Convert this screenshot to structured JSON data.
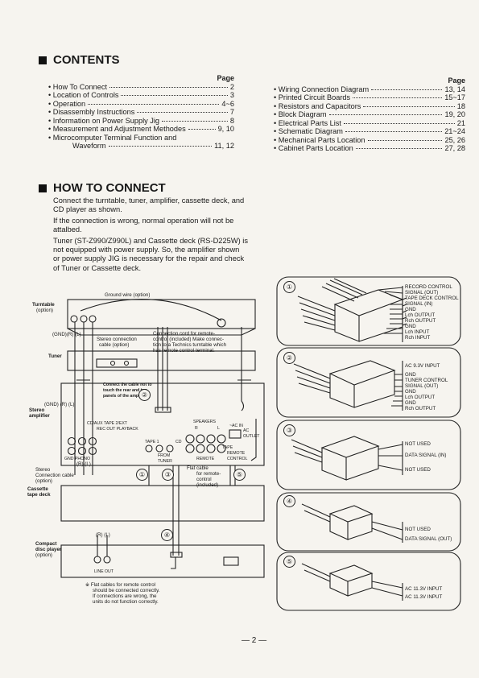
{
  "contents": {
    "title": "CONTENTS",
    "page_header": "Page",
    "left": [
      {
        "label": "• How To Connect",
        "page": "2"
      },
      {
        "label": "• Location of Controls",
        "page": "3"
      },
      {
        "label": "• Operation",
        "page": "4~6"
      },
      {
        "label": "• Disassembly Instructions",
        "page": "7"
      },
      {
        "label": "• Information on Power Supply Jig",
        "page": "8"
      },
      {
        "label": "• Measurement and Adjustment Methodes",
        "page": "9, 10"
      },
      {
        "label": "• Microcomputer Terminal Function and",
        "page": ""
      },
      {
        "label": "Waveform",
        "page": "11, 12"
      }
    ],
    "right": [
      {
        "label": "• Wiring Connection Diagram",
        "page": "13, 14"
      },
      {
        "label": "• Printed Circuit Boards",
        "page": "15~17"
      },
      {
        "label": "• Resistors and Capacitors",
        "page": "18"
      },
      {
        "label": "• Block Diagram",
        "page": "19, 20"
      },
      {
        "label": "• Electrical Parts List",
        "page": "21"
      },
      {
        "label": "• Schematic Diagram",
        "page": "21~24"
      },
      {
        "label": "• Mechanical Parts Location",
        "page": "25, 26"
      },
      {
        "label": "• Cabinet Parts Location",
        "page": "27, 28"
      }
    ]
  },
  "how_to_connect": {
    "title": "HOW TO CONNECT",
    "p1": "Connect the turntable, tuner, amplifier, cassette deck, and CD player as shown.",
    "p2": "If the connection is wrong, normal operation will not be attalbed.",
    "p3": "Tuner (ST-Z990/Z990L) and Cassette deck (RS-D225W) is not equipped with power supply. So, the amplifier shown or power supply JIG is necessary for the repair and check of Tuner or Cassette deck."
  },
  "diagram": {
    "ground_wire": "Ground wire (option)",
    "turntable": "Turntable",
    "turntable_opt": "(option)",
    "gnd_r_l_1": "(GND)(R) (L)",
    "stereo_conn_cable": "Stereo connection",
    "stereo_conn_cable2": "cable (option)",
    "conn_cord_1": "Connection cord for remote-",
    "conn_cord_2": "control (included) Make connec-",
    "conn_cord_3": "tion to a Technics turntable which",
    "conn_cord_4": "has remote control terminal.",
    "tuner": "Tuner",
    "warn_1": "Connect the cable not to",
    "warn_2": "touch the rear and top",
    "warn_3": "panels of the amplifier.",
    "gnd_r_l_2": "(GND) (R) (L)",
    "stereo_amp": "Stereo",
    "stereo_amp2": "amplifier",
    "cd_aux": "CD/AUX TAPE 2/EXT",
    "rec_out": "REC OUT PLAYBACK",
    "speakers": "SPEAKERS",
    "sp_r": "R",
    "sp_l": "L",
    "ac_in": "~AC IN",
    "ac_outlet": "AC OUTLET",
    "tape1": "TAPE 1",
    "cd": "CD",
    "tape": "TAPE",
    "remote_control": "REMOTE CONTROL",
    "from_tuner": "FROM TUNER",
    "remote": "REMOTE",
    "gnd_phono": "GND PHONO",
    "r_l_3": "(R) (L)",
    "stereo_cc_1": "Stereo",
    "stereo_cc_2": "Connection cable",
    "stereo_cc_3": "(option)",
    "flat_1": "Flat cable",
    "flat_2": "for remote-",
    "flat_3": "control",
    "flat_4": "(included)",
    "cassette": "Cassette",
    "cassette2": "tape deck",
    "r_l_4": "(R)  (L)",
    "compact": "Compact",
    "compact2": "disc player",
    "compact3": "(option)",
    "line_out": "LINE OUT",
    "note_1": "※ Flat cables for remote control",
    "note_2": "should be connected correctly.",
    "note_3": "If connections are wrong, the",
    "note_4": "units do not function correctly.",
    "num1": "①",
    "num2": "②",
    "num3": "③",
    "num4": "④",
    "num5": "⑤"
  },
  "connectors": {
    "c1": [
      "RECORD CONTROL",
      "SIGNAL (OUT)",
      "TAPE DECK CONTROL",
      "SIGNAL (IN)",
      "GND",
      "Lch OUTPUT",
      "Rch OUTPUT",
      "GND",
      "Lch INPUT",
      "Rch INPUT"
    ],
    "c2": [
      "AC 9.3V INPUT",
      "GND",
      "TUNER CONTROL",
      "SIGNAL (OUT)",
      "GND",
      "Lch OUTPUT",
      "GND",
      "Rch OUTPUT"
    ],
    "c3": [
      "NOT USED",
      "DATA SIGNAL (IN)",
      "NOT USED"
    ],
    "c4": [
      "NOT USED",
      "DATA SIGNAL (OUT)"
    ],
    "c5": [
      "AC 11.3V INPUT",
      "AC 11.3V INPUT"
    ]
  },
  "page_number": "— 2 —"
}
